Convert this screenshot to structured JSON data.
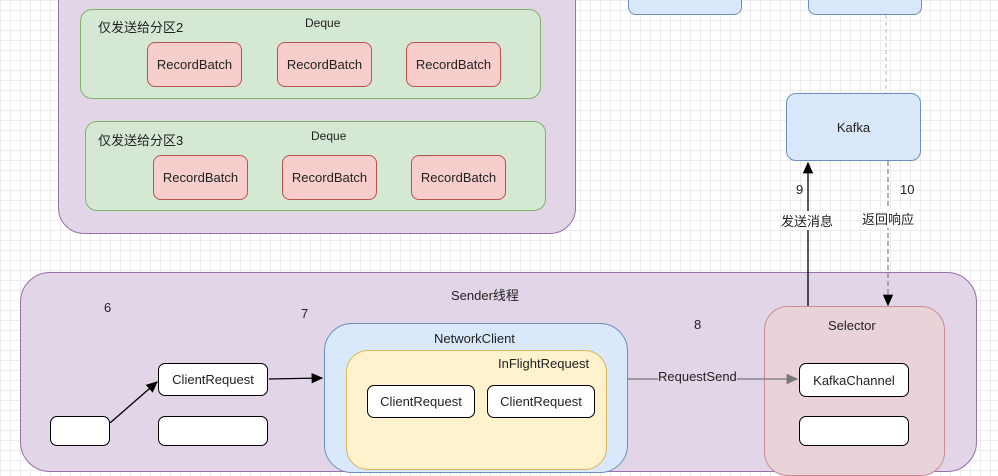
{
  "accumulator": {
    "partition2": {
      "label": "仅发送给分区2",
      "deque": "Deque",
      "batches": [
        "RecordBatch",
        "RecordBatch",
        "RecordBatch"
      ]
    },
    "partition3": {
      "label": "仅发送给分区3",
      "deque": "Deque",
      "batches": [
        "RecordBatch",
        "RecordBatch",
        "RecordBatch"
      ]
    }
  },
  "kafka": {
    "label": "Kafka"
  },
  "arrows": {
    "send_step": "9",
    "send_label": "发送消息",
    "response_step": "10",
    "response_label": "返回响应",
    "request_send": "RequestSend"
  },
  "sender": {
    "title": "Sender线程",
    "step6": "6",
    "step7": "7",
    "step8": "8",
    "client_request": "ClientRequest",
    "network_client": {
      "title": "NetworkClient",
      "inflight": {
        "title": "InFlightRequest",
        "requests": [
          "ClientRequest",
          "ClientRequest"
        ]
      }
    },
    "selector": {
      "title": "Selector",
      "channel": "KafkaChannel"
    }
  },
  "colors": {
    "purple_fill": "#e1d5e7",
    "green_fill": "#d5e8d4",
    "red_fill": "#f8cecc",
    "blue_fill": "#dae8fc",
    "yellow_fill": "#fff2cc",
    "selector_fill": "#ead3d8"
  }
}
